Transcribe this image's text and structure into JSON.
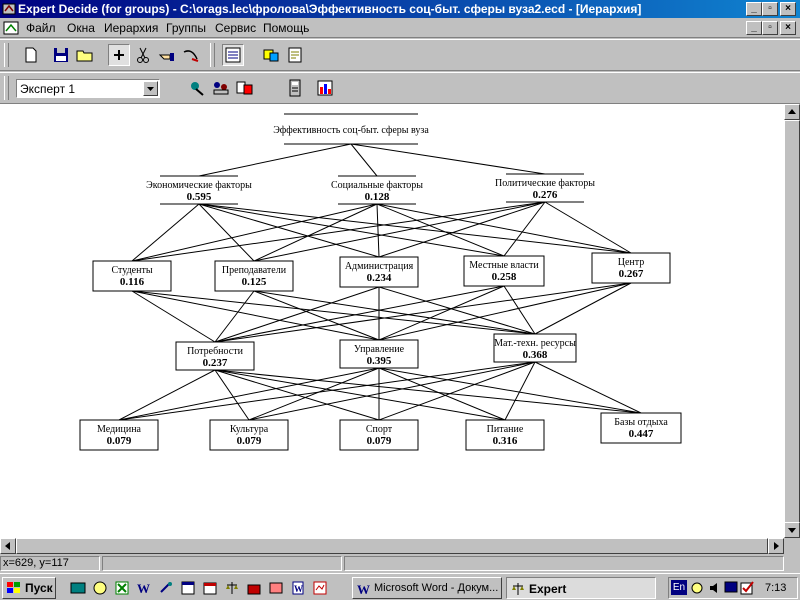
{
  "window": {
    "title": "Expert Decide (for groups) - C:\\orags.lec\\фролова\\Эффективность соц-быт. сферы вуза2.ecd - [Иерархия]"
  },
  "menu": [
    "Файл",
    "Окна",
    "Иерархия",
    "Группы",
    "Сервис",
    "Помощь"
  ],
  "toolbar2": {
    "expert_selected": "Эксперт 1"
  },
  "hierarchy": {
    "goal": "Эффективность соц-быт. сферы вуза",
    "level1": [
      {
        "label": "Экономические факторы",
        "value": "0.595"
      },
      {
        "label": "Социальные факторы",
        "value": "0.128"
      },
      {
        "label": "Политические факторы",
        "value": "0.276"
      }
    ],
    "level2": [
      {
        "label": "Студенты",
        "value": "0.116"
      },
      {
        "label": "Преподаватели",
        "value": "0.125"
      },
      {
        "label": "Администрация",
        "value": "0.234"
      },
      {
        "label": "Местные власти",
        "value": "0.258"
      },
      {
        "label": "Центр",
        "value": "0.267"
      }
    ],
    "level3": [
      {
        "label": "Потребности",
        "value": "0.237"
      },
      {
        "label": "Управление",
        "value": "0.395"
      },
      {
        "label": "Мат.-техн. ресурсы",
        "value": "0.368"
      }
    ],
    "level4": [
      {
        "label": "Медицина",
        "value": "0.079"
      },
      {
        "label": "Культура",
        "value": "0.079"
      },
      {
        "label": "Спорт",
        "value": "0.079"
      },
      {
        "label": "Питание",
        "value": "0.316"
      },
      {
        "label": "Базы отдыха",
        "value": "0.447"
      }
    ]
  },
  "status": {
    "coords": "x=629, y=117"
  },
  "taskbar": {
    "start_label": "Пуск",
    "tasks": [
      "Microsoft Word - Докум...",
      "Expert"
    ],
    "language": "En",
    "clock": "7:13"
  },
  "colors": {
    "titlebar_start": "#000080",
    "titlebar_end": "#1084d0",
    "face": "#c0c0c0"
  }
}
